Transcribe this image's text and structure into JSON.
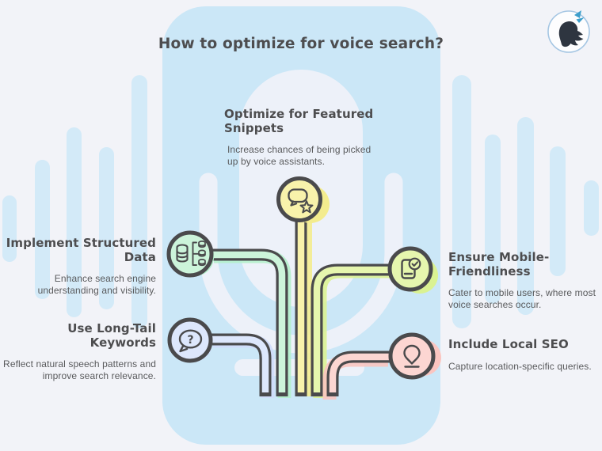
{
  "title": "How to optimize for voice search?",
  "brand": {
    "logo_alt": "silhouette-butterfly-logo"
  },
  "nodes": [
    {
      "id": "featured-snippets",
      "heading": "Optimize for Featured Snippets",
      "body": "Increase chances of being picked up by voice assistants.",
      "icon": "speech-bubble-star-icon",
      "color": "#f8f2ab"
    },
    {
      "id": "structured-data",
      "heading": "Implement Structured Data",
      "body": "Enhance search engine understanding and visibility.",
      "icon": "database-tree-icon",
      "color": "#ccf4da"
    },
    {
      "id": "long-tail-keywords",
      "heading": "Use Long-Tail Keywords",
      "body": "Reflect natural speech patterns and improve search relevance.",
      "icon": "question-bubble-icon",
      "glyph": "?",
      "color": "#dde7fc"
    },
    {
      "id": "mobile-friendliness",
      "heading": "Ensure Mobile-Friendliness",
      "body": "Cater to mobile users, where most voice searches occur.",
      "icon": "mobile-check-icon",
      "color": "#e6f6ae"
    },
    {
      "id": "local-seo",
      "heading": "Include Local SEO",
      "body": "Capture location-specific queries.",
      "icon": "location-pin-icon",
      "color": "#fcd6d2"
    }
  ],
  "colors": {
    "background": "#f2f3f8",
    "panel": "#cbe7f7",
    "wave_bar": "#d3eaf8",
    "outline": "#4a4a4c",
    "microphone": "#edf1f9",
    "heading_text": "#4d4d4f",
    "body_text": "#595a5c"
  }
}
